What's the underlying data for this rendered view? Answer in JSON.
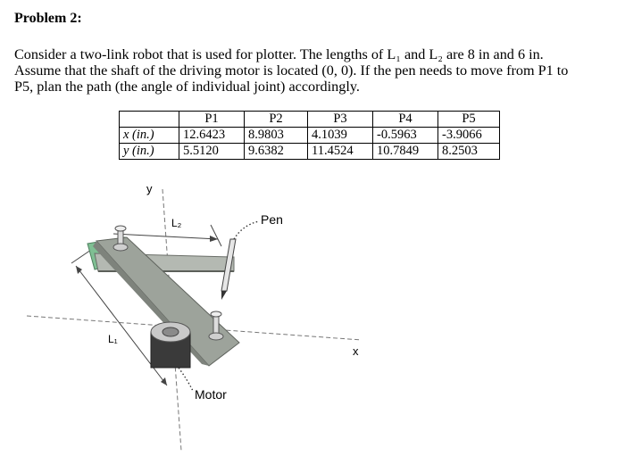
{
  "problem": {
    "heading": "Problem 2:",
    "statement_lines": [
      "Consider a two-link robot that is used for plotter. The lengths of L₁ and L₂ are 8 in and 6 in.",
      "Assume that the shaft of the driving motor is located (0, 0). If the pen needs to move from P1 to",
      "P5, plan the path (the angle of individual joint) accordingly."
    ]
  },
  "points_table": {
    "columns": [
      "P1",
      "P2",
      "P3",
      "P4",
      "P5"
    ],
    "rows": [
      {
        "label": "x (in.)",
        "values": [
          "12.6423",
          "8.9803",
          "4.1039",
          "-0.5963",
          "-3.9066"
        ]
      },
      {
        "label": "y (in.)",
        "values": [
          "5.5120",
          "9.6382",
          "11.4524",
          "10.7849",
          "8.2503"
        ]
      }
    ]
  },
  "figure": {
    "y_axis_label": "y",
    "x_axis_label": "x",
    "link2_label": "L₂",
    "link1_label": "L₁",
    "pen_label": "Pen",
    "motor_label": "Motor",
    "colors": {
      "link_gray": "#9da39b",
      "plate_green": "#7fbf93",
      "motor_dark": "#3a3a3a"
    }
  }
}
